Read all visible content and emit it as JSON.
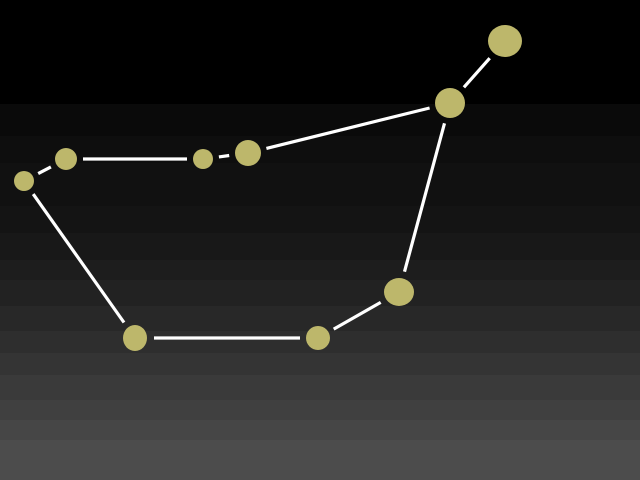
{
  "colors": {
    "star": "#bdb76b",
    "line": "#ffffff",
    "sky_top": "#000000",
    "sky_bottom": "#525252"
  },
  "stars": [
    {
      "id": "star-1",
      "label": ""
    },
    {
      "id": "star-2",
      "label": ""
    },
    {
      "id": "star-3",
      "label": ""
    },
    {
      "id": "star-4",
      "label": ""
    },
    {
      "id": "star-5",
      "label": ""
    },
    {
      "id": "star-6",
      "label": ""
    },
    {
      "id": "star-7",
      "label": ""
    },
    {
      "id": "star-8",
      "label": ""
    },
    {
      "id": "star-9",
      "label": ""
    }
  ],
  "connections": [
    [
      "star-1",
      "star-2"
    ],
    [
      "star-2",
      "star-3"
    ],
    [
      "star-3",
      "star-4"
    ],
    [
      "star-4",
      "star-5"
    ],
    [
      "star-5",
      "star-6"
    ],
    [
      "star-1",
      "star-7"
    ],
    [
      "star-7",
      "star-8"
    ],
    [
      "star-8",
      "star-9"
    ],
    [
      "star-9",
      "star-5"
    ]
  ]
}
